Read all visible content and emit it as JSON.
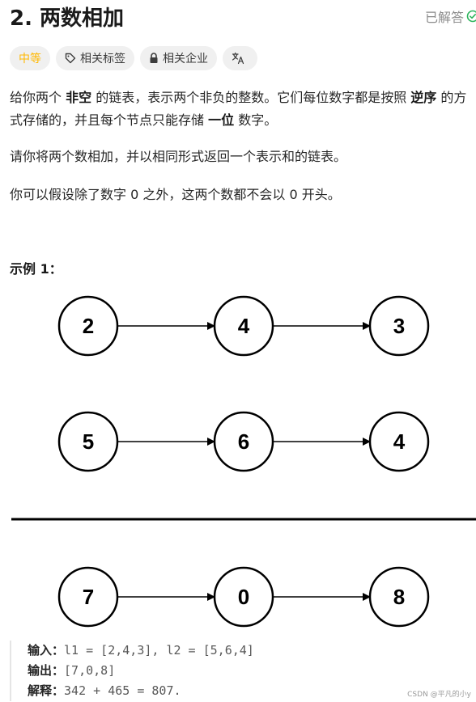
{
  "problem": {
    "title": "2. 两数相加",
    "status": "已解答"
  },
  "tags": {
    "difficulty": "中等",
    "related_tags": "相关标签",
    "related_companies": "相关企业",
    "translate_icon": "translate-icon"
  },
  "description": {
    "p1": [
      "给你两个 ",
      "非空",
      " 的链表，表示两个非负的整数。它们每位数字都是按照 ",
      "逆序",
      " 的方式存储的，并且每个节点只能存储 ",
      "一位",
      " 数字。"
    ],
    "p2": "请你将两个数相加，并以相同形式返回一个表示和的链表。",
    "p3": "你可以假设除了数字 0 之外，这两个数都不会以 0 开头。"
  },
  "example": {
    "title": "示例 1：",
    "diagram": {
      "list1": [
        "2",
        "4",
        "3"
      ],
      "list2": [
        "5",
        "6",
        "4"
      ],
      "result": [
        "7",
        "0",
        "8"
      ]
    },
    "input_label": "输入：",
    "input_value": "l1 = [2,4,3], l2 = [5,6,4]",
    "output_label": "输出：",
    "output_value": "[7,0,8]",
    "explain_label": "解释：",
    "explain_value": "342 + 465 = 807."
  },
  "watermark": "CSDN @平凡的小y",
  "colors": {
    "difficulty": "#ffb800",
    "solved": "#2db55d"
  }
}
